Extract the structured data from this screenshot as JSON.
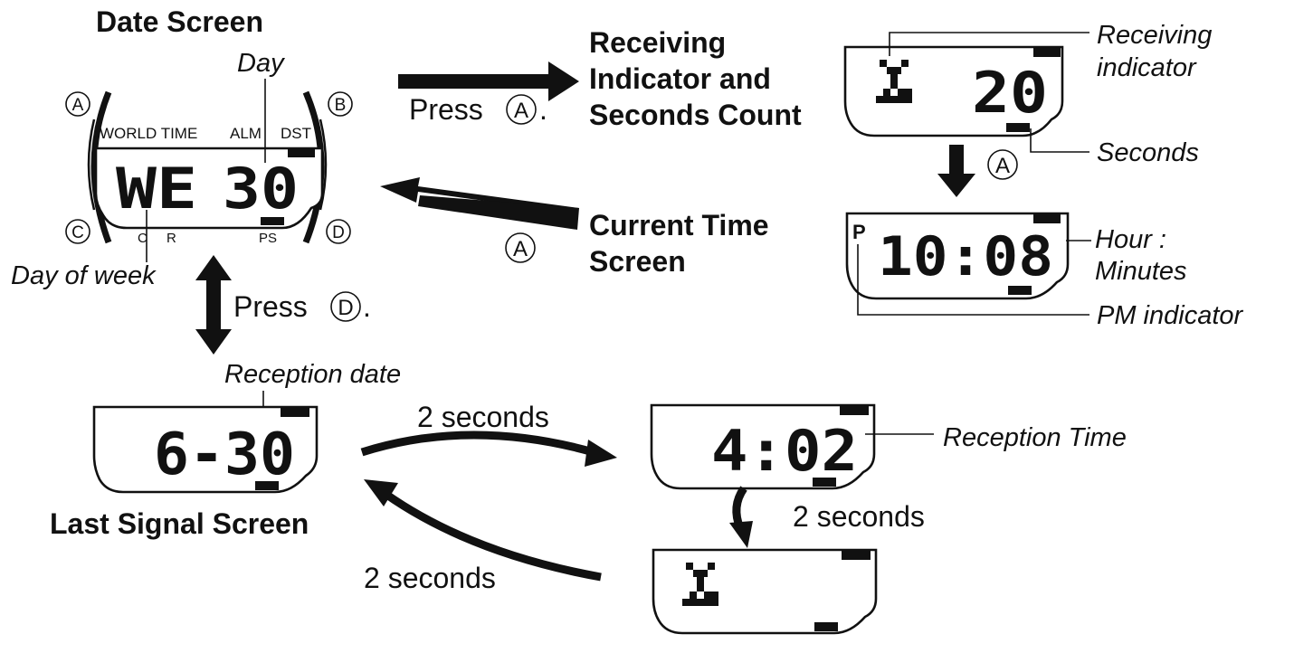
{
  "date_screen": {
    "title": "Date Screen",
    "label_day": "Day",
    "label_day_of_week": "Day of week",
    "top_markings": [
      "WORLD TIME",
      "ALM",
      "DST"
    ],
    "bottom_markings": [
      "C",
      "R",
      "PS"
    ],
    "buttons": [
      "A",
      "B",
      "C",
      "D"
    ],
    "display": {
      "left": "WE",
      "right": "30"
    }
  },
  "receiving_screen": {
    "title_lines": [
      "Receiving",
      "Indicator and",
      "Seconds Count"
    ],
    "label_receiving": [
      "Receiving",
      "indicator"
    ],
    "label_seconds": "Seconds",
    "display": {
      "seconds": "20"
    }
  },
  "current_time_screen": {
    "title_lines": [
      "Current Time",
      "Screen"
    ],
    "pm_mark": "P",
    "label_hour_minutes": [
      "Hour :",
      "Minutes"
    ],
    "label_pm": "PM indicator",
    "display": {
      "time": "10:08"
    }
  },
  "last_signal_screen": {
    "title": "Last Signal Screen",
    "label_reception_date": "Reception date",
    "label_reception_time": "Reception Time",
    "display_date": "6-30",
    "display_time": "4:02"
  },
  "transitions": {
    "press_a": "Press",
    "press_d": "Press",
    "button_a": "A",
    "button_d": "D",
    "period": ".",
    "two_seconds": "2 seconds"
  }
}
